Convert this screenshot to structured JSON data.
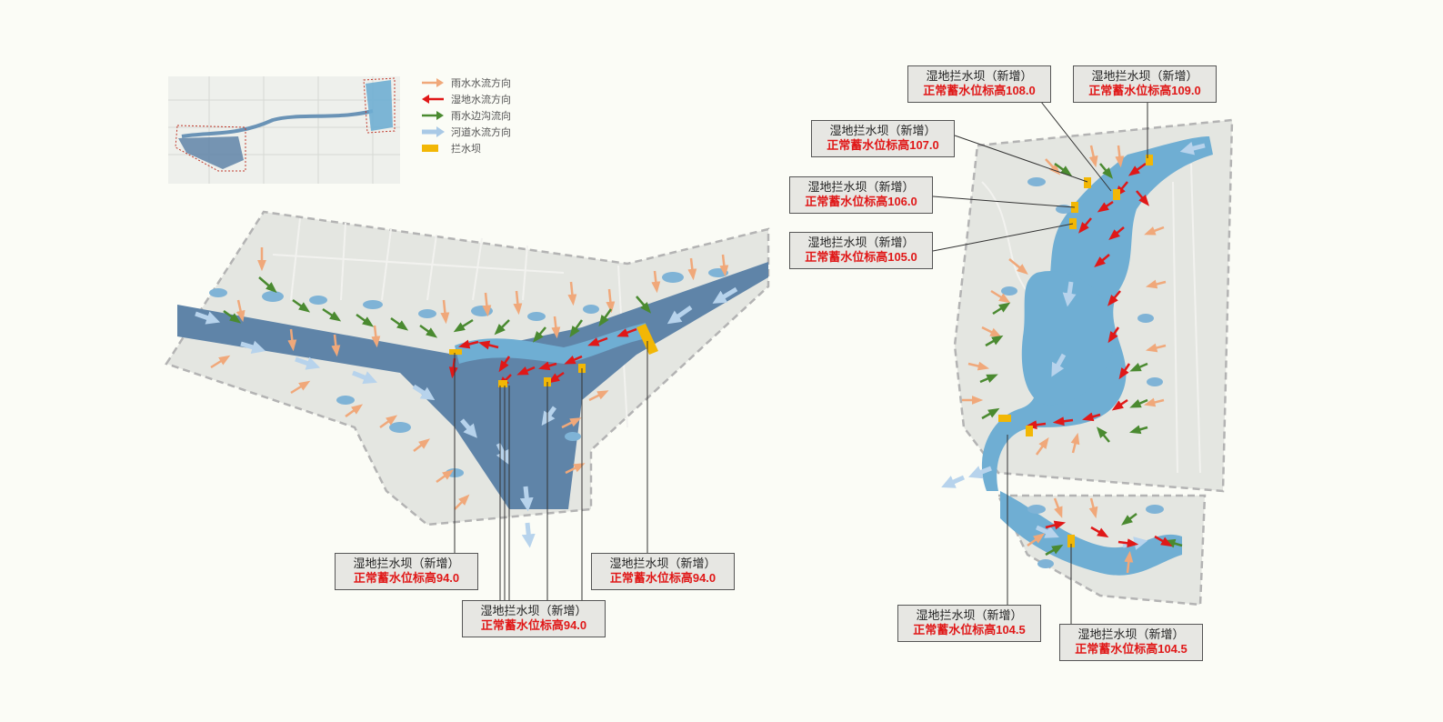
{
  "legend": {
    "items": [
      {
        "label": "雨水水流方向",
        "icon": "orange-arrow-icon",
        "color": "#f0a87a"
      },
      {
        "label": "湿地水流方向",
        "icon": "red-arrow-icon",
        "color": "#e01818"
      },
      {
        "label": "雨水边沟流向",
        "icon": "green-arrow-icon",
        "color": "#4a8a30"
      },
      {
        "label": "河道水流方向",
        "icon": "lightblue-arrow-icon",
        "color": "#a9c9e6"
      },
      {
        "label": "拦水坝",
        "icon": "yellow-dam-icon",
        "color": "#f2b705"
      }
    ]
  },
  "callouts": {
    "c1": {
      "title": "湿地拦水坝（新增）",
      "value": "正常蓄水位标高94.0"
    },
    "c2": {
      "title": "湿地拦水坝（新增）",
      "value": "正常蓄水位标高94.0"
    },
    "c3": {
      "title": "湿地拦水坝（新增）",
      "value": "正常蓄水位标高94.0"
    },
    "c4": {
      "title": "湿地拦水坝（新增）",
      "value": "正常蓄水位标高108.0"
    },
    "c5": {
      "title": "湿地拦水坝（新增）",
      "value": "正常蓄水位标高109.0"
    },
    "c6": {
      "title": "湿地拦水坝（新增）",
      "value": "正常蓄水位标高107.0"
    },
    "c7": {
      "title": "湿地拦水坝（新增）",
      "value": "正常蓄水位标高106.0"
    },
    "c8": {
      "title": "湿地拦水坝（新增）",
      "value": "正常蓄水位标高105.0"
    },
    "c9": {
      "title": "湿地拦水坝（新增）",
      "value": "正常蓄水位标高104.5"
    },
    "c10": {
      "title": "湿地拦水坝（新增）",
      "value": "正常蓄水位标高104.5"
    }
  },
  "colors": {
    "river_dark": "#5f84a8",
    "river_light": "#6faed3",
    "land": "#e4e6e1",
    "boundary": "#b3b3b3",
    "wetland": "#7fb3d6",
    "dam": "#f2b705",
    "rain_arrow": "#f0a87a",
    "wetland_arrow": "#e01818",
    "ditch_arrow": "#4a8a30",
    "river_arrow": "#a9c9e6"
  }
}
